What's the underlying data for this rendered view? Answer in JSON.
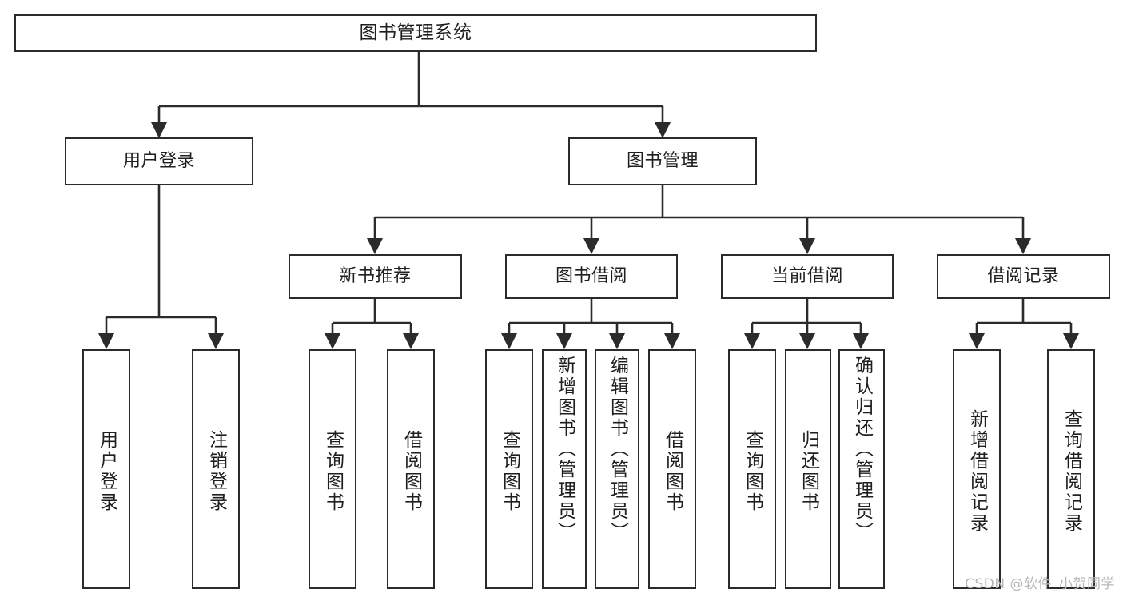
{
  "diagram": {
    "type": "tree-hierarchy",
    "title": "图书管理系统",
    "root": {
      "label": "图书管理系统"
    },
    "level2": [
      {
        "label": "用户登录"
      },
      {
        "label": "图书管理"
      }
    ],
    "level3": [
      {
        "label": "新书推荐"
      },
      {
        "label": "图书借阅"
      },
      {
        "label": "当前借阅"
      },
      {
        "label": "借阅记录"
      }
    ],
    "leaves": {
      "user_login": [
        {
          "label": "用户登录"
        },
        {
          "label": "注销登录"
        }
      ],
      "new_book_recommend": [
        {
          "label": "查询图书"
        },
        {
          "label": "借阅图书"
        }
      ],
      "book_borrow": [
        {
          "label": "查询图书"
        },
        {
          "label": "新增图书（管理员）"
        },
        {
          "label": "编辑图书（管理员）"
        },
        {
          "label": "借阅图书"
        }
      ],
      "current_borrow": [
        {
          "label": "查询图书"
        },
        {
          "label": "归还图书"
        },
        {
          "label": "确认归还（管理员）"
        }
      ],
      "borrow_record": [
        {
          "label": "新增借阅记录"
        },
        {
          "label": "查询借阅记录"
        }
      ]
    }
  },
  "watermark": {
    "text": "CSDN @软件_小贺同学"
  },
  "colors": {
    "stroke": "#2b2b2b",
    "box_fill": "#ffffff",
    "text": "#1f1f1f",
    "watermark": "#b7b7b7",
    "background": "#ffffff"
  }
}
